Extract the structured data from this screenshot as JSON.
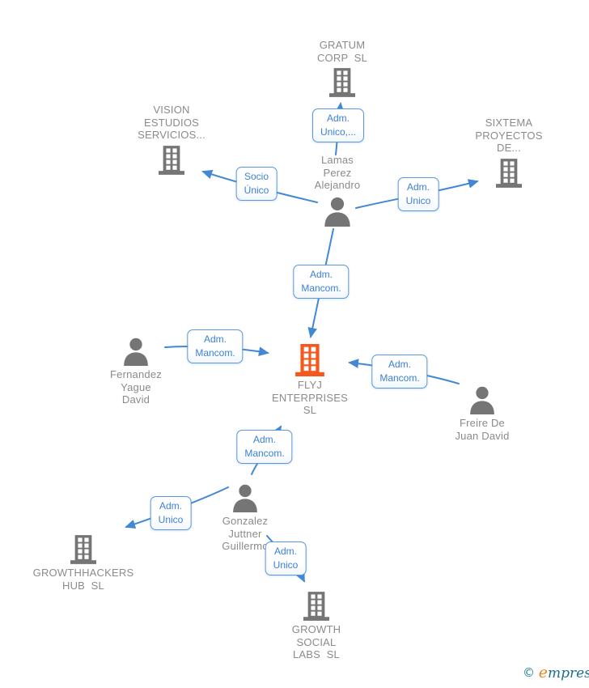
{
  "diagram": {
    "nodes": {
      "gratum": {
        "label": "GRATUM\nCORP  SL",
        "type": "company"
      },
      "vision": {
        "label": "VISION\nESTUDIOS\nSERVICIOS...",
        "type": "company"
      },
      "sixtema": {
        "label": "SIXTEMA\nPROYECTOS\nDE...",
        "type": "company"
      },
      "lamas": {
        "label": "Lamas\nPerez\nAlejandro",
        "type": "person"
      },
      "flyj": {
        "label": "FLYJ\nENTERPRISES\nSL",
        "type": "company-highlight"
      },
      "fernandez": {
        "label": "Fernandez\nYague\nDavid",
        "type": "person"
      },
      "freire": {
        "label": "Freire De\nJuan David",
        "type": "person"
      },
      "gonzalez": {
        "label": "Gonzalez\nJuttner\nGuillermo",
        "type": "person"
      },
      "growthhackers": {
        "label": "GROWTHHACKERS\nHUB  SL",
        "type": "company"
      },
      "growthsocial": {
        "label": "GROWTH\nSOCIAL\nLABS  SL",
        "type": "company"
      }
    },
    "edge_labels": {
      "lamas_gratum": "Adm.\nUnico,...",
      "lamas_vision": "Socio\nÚnico",
      "lamas_sixtema": "Adm.\nUnico",
      "lamas_flyj": "Adm.\nMancom.",
      "fernandez_flyj": "Adm.\nMancom.",
      "freire_flyj": "Adm.\nMancom.",
      "gonzalez_flyj": "Adm.\nMancom.",
      "gonzalez_growthhackers": "Adm.\nUnico",
      "gonzalez_growthsocial": "Adm.\nUnico"
    },
    "colors": {
      "edge_blue": "#4288d5",
      "label_text_blue": "#3c80d8",
      "label_border_blue": "#5a97dd",
      "node_text_gray": "#8b8b8b",
      "icon_gray": "#757575",
      "highlight_orange": "#f4581c"
    }
  },
  "footer": {
    "copyright": "©",
    "brand_first": "e",
    "brand_rest": "mpresia"
  }
}
